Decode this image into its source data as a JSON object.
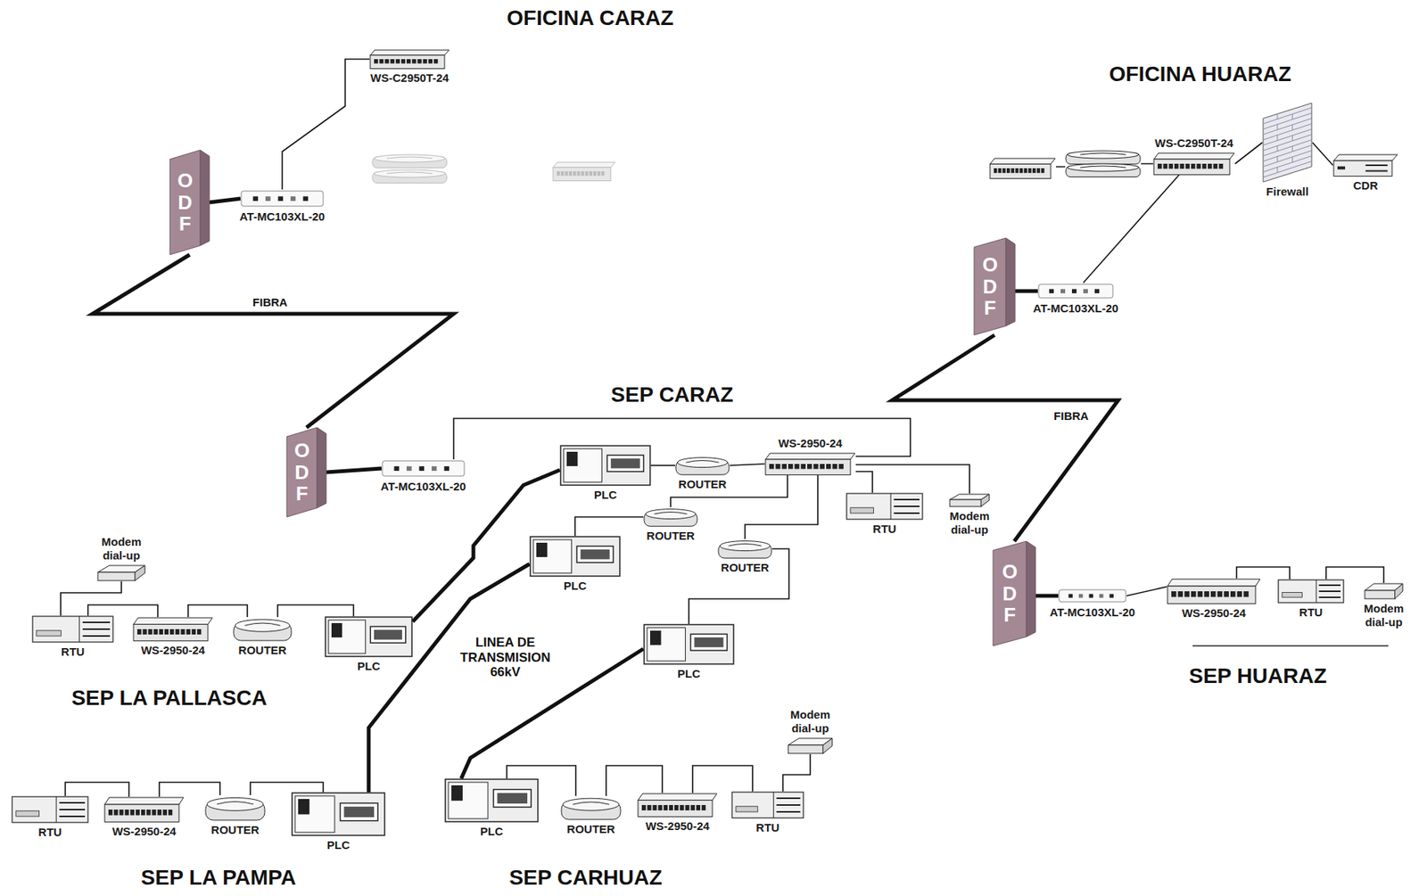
{
  "diagram": {
    "nodes": [
      {
        "text": [
          "WS-C2950T-24"
        ]
      },
      {
        "text": [
          "ODF"
        ]
      },
      {
        "text": [
          "AT-MC103XL-20"
        ]
      },
      {
        "text": [
          "ODF"
        ]
      },
      {
        "text": [
          "AT-MC103XL-20"
        ]
      },
      {
        "text": [
          "PLC"
        ]
      },
      {
        "text": [
          "ROUTER"
        ]
      },
      {
        "text": [
          "WS-2950-24"
        ]
      },
      {
        "text": [
          "RTU"
        ]
      },
      {
        "text": [
          "Modem dial-up"
        ]
      },
      {
        "text": [
          "ROUTER"
        ]
      },
      {
        "text": [
          "PLC"
        ]
      },
      {
        "text": [
          "ROUTER"
        ]
      },
      {
        "text": [
          "PLC"
        ]
      },
      {
        "text": [
          "Modem dial-up"
        ]
      },
      {
        "text": [
          "RTU"
        ]
      },
      {
        "text": [
          "WS-2950-24"
        ]
      },
      {
        "text": [
          "ROUTER"
        ]
      },
      {
        "text": [
          "PLC"
        ]
      },
      {
        "text": [
          "RTU"
        ]
      },
      {
        "text": [
          "WS-2950-24"
        ]
      },
      {
        "text": [
          "ROUTER"
        ]
      },
      {
        "text": [
          "PLC"
        ]
      },
      {
        "text": [
          "PLC"
        ]
      },
      {
        "text": [
          "ROUTER"
        ]
      },
      {
        "text": [
          "WS-2950-24"
        ]
      },
      {
        "text": [
          "RTU"
        ]
      },
      {
        "text": [
          "Modem dial-up"
        ]
      },
      {
        "text": [
          "WS-C2950T-24"
        ]
      },
      {
        "text": [
          "Firewall"
        ]
      },
      {
        "text": [
          "CDR"
        ]
      },
      {
        "text": [
          "ODF"
        ]
      },
      {
        "text": [
          "AT-MC103XL-20"
        ]
      },
      {
        "text": [
          "ODF"
        ]
      },
      {
        "text": [
          "AT-MC103XL-20"
        ]
      },
      {
        "text": [
          "WS-2950-24"
        ]
      },
      {
        "text": [
          "RTU"
        ]
      },
      {
        "text": [
          "Modem dial-up"
        ]
      }
    ],
    "edges": [
      {
        "from": 2,
        "to": 0,
        "arrow": "none"
      },
      {
        "from": 1,
        "to": 2,
        "arrow": "none"
      },
      {
        "from": 1,
        "to": 3,
        "label": "FIBRA",
        "arrow": "none"
      },
      {
        "from": 3,
        "to": 4,
        "arrow": "none"
      },
      {
        "from": 4,
        "to": 7,
        "arrow": "none"
      },
      {
        "from": 5,
        "to": 6,
        "arrow": "none"
      },
      {
        "from": 6,
        "to": 7,
        "arrow": "none"
      },
      {
        "from": 7,
        "to": 8,
        "arrow": "none"
      },
      {
        "from": 7,
        "to": 9,
        "arrow": "none"
      },
      {
        "from": 7,
        "to": 10,
        "arrow": "none"
      },
      {
        "from": 7,
        "to": 12,
        "arrow": "none"
      },
      {
        "from": 10,
        "to": 11,
        "arrow": "none"
      },
      {
        "from": 12,
        "to": 13,
        "arrow": "none"
      },
      {
        "from": 5,
        "to": 18,
        "arrow": "none"
      },
      {
        "from": 11,
        "to": 22,
        "arrow": "none"
      },
      {
        "from": 13,
        "to": 23,
        "arrow": "none"
      },
      {
        "from": 14,
        "to": 15,
        "arrow": "none"
      },
      {
        "from": 15,
        "to": 16,
        "arrow": "none"
      },
      {
        "from": 16,
        "to": 17,
        "arrow": "none"
      },
      {
        "from": 17,
        "to": 18,
        "arrow": "none"
      },
      {
        "from": 19,
        "to": 20,
        "arrow": "none"
      },
      {
        "from": 20,
        "to": 21,
        "arrow": "none"
      },
      {
        "from": 21,
        "to": 22,
        "arrow": "none"
      },
      {
        "from": 23,
        "to": 24,
        "arrow": "none"
      },
      {
        "from": 24,
        "to": 25,
        "arrow": "none"
      },
      {
        "from": 25,
        "to": 26,
        "arrow": "none"
      },
      {
        "from": 26,
        "to": 27,
        "arrow": "none"
      },
      {
        "from": 28,
        "to": 29,
        "arrow": "none"
      },
      {
        "from": 29,
        "to": 30,
        "arrow": "none"
      },
      {
        "from": 28,
        "to": 32,
        "arrow": "none"
      },
      {
        "from": 31,
        "to": 32,
        "arrow": "none"
      },
      {
        "from": 31,
        "to": 33,
        "label": "FIBRA",
        "arrow": "none"
      },
      {
        "from": 33,
        "to": 34,
        "arrow": "none"
      },
      {
        "from": 34,
        "to": 35,
        "arrow": "none"
      },
      {
        "from": 35,
        "to": 36,
        "arrow": "none"
      },
      {
        "from": 36,
        "to": 37,
        "arrow": "none"
      }
    ],
    "labels": [
      "OFICINA CARAZ",
      "OFICINA HUARAZ",
      "SEP CARAZ",
      "LINEA DE TRANSMISION 66kV",
      "SEP LA PALLASCA",
      "SEP LA PAMPA",
      "SEP CARHUAZ",
      "SEP HUARAZ"
    ]
  }
}
